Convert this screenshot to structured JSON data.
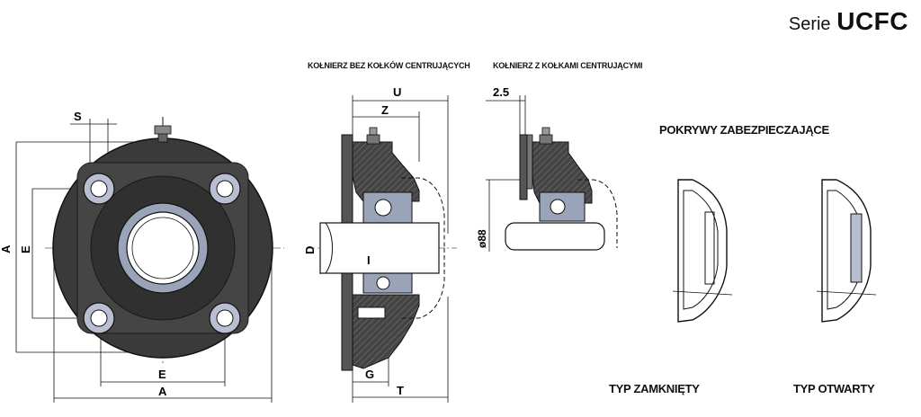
{
  "header": {
    "series_prefix": "Serie",
    "series_name": "UCFC"
  },
  "captions": {
    "flange_without_pins": "KOŁNIERZ BEZ KOŁKÓW CENTRUJĄCYCH",
    "flange_with_pins": "KOŁNIERZ Z KOŁKAMI CENTRUJĄCYMI"
  },
  "covers": {
    "title": "POKRYWY ZABEZPIECZAJĄCE",
    "closed_label": "TYP ZAMKNIĘTY",
    "open_label": "TYP OTWARTY"
  },
  "dimensions": {
    "front": {
      "A_vertical": "A",
      "E_vertical": "E",
      "S": "S",
      "E_bottom": "E",
      "A_bottom": "A"
    },
    "side": {
      "U": "U",
      "Z": "Z",
      "D": "D",
      "I": "I",
      "G": "G",
      "T": "T"
    },
    "pilot": {
      "offset": "2.5",
      "diameter": "ø88"
    }
  },
  "colors": {
    "housing": "#3a3a3a",
    "housing_light": "#5a5a5a",
    "bearing_ring": "#9aa4b8",
    "bolt_hole": "#b7bfd0",
    "line": "#111111"
  }
}
